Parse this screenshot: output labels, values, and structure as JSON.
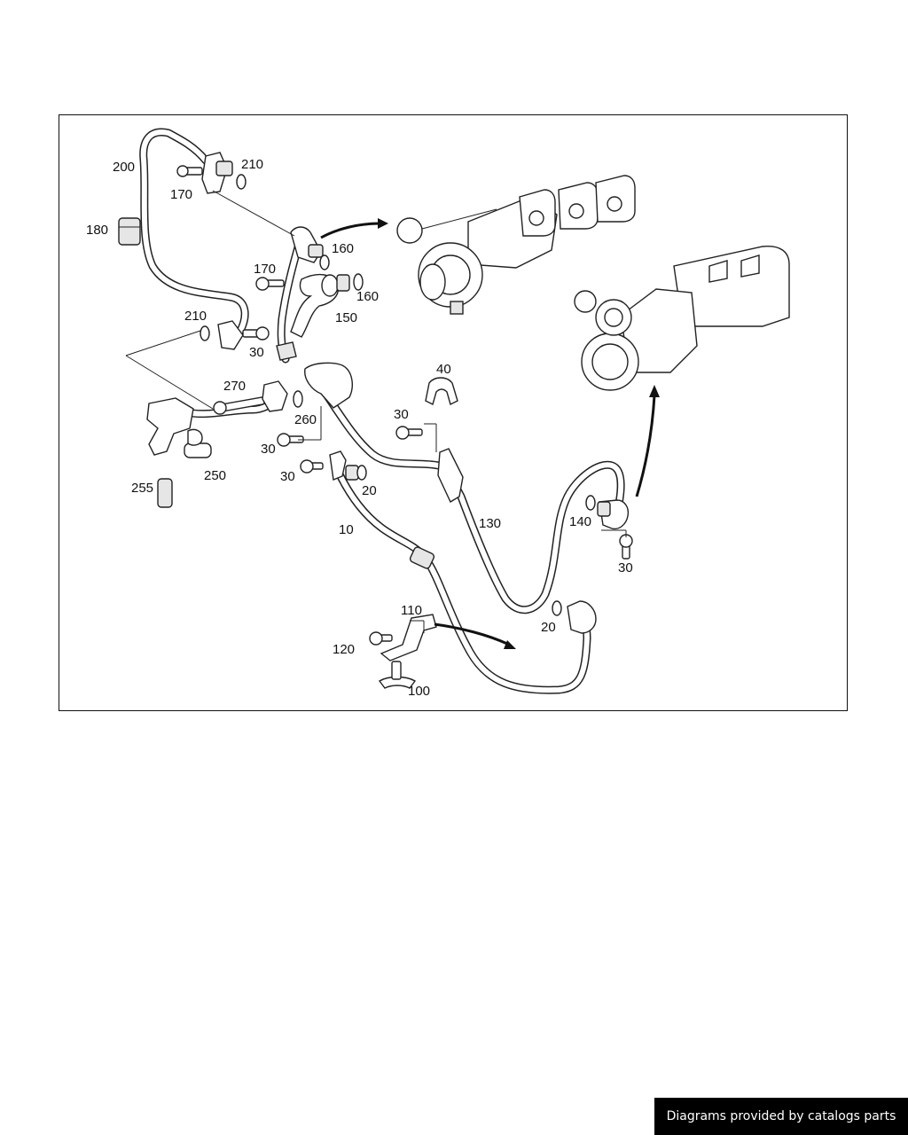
{
  "diagram": {
    "callouts": {
      "c200": "200",
      "c210a": "210",
      "c170a": "170",
      "c180": "180",
      "c160a": "160",
      "c170b": "170",
      "c160b": "160",
      "c150": "150",
      "c210b": "210",
      "c30a": "30",
      "c270": "270",
      "c260": "260",
      "c30b": "30",
      "c250": "250",
      "c255": "255",
      "c30c": "30",
      "c20a": "20",
      "c10": "10",
      "c40": "40",
      "c30d": "30",
      "c130": "130",
      "c140": "140",
      "c30e": "30",
      "c20b": "20",
      "c110": "110",
      "c120": "120",
      "c100": "100"
    }
  },
  "footer": {
    "watermark": "Diagrams provided by catalogs parts"
  }
}
